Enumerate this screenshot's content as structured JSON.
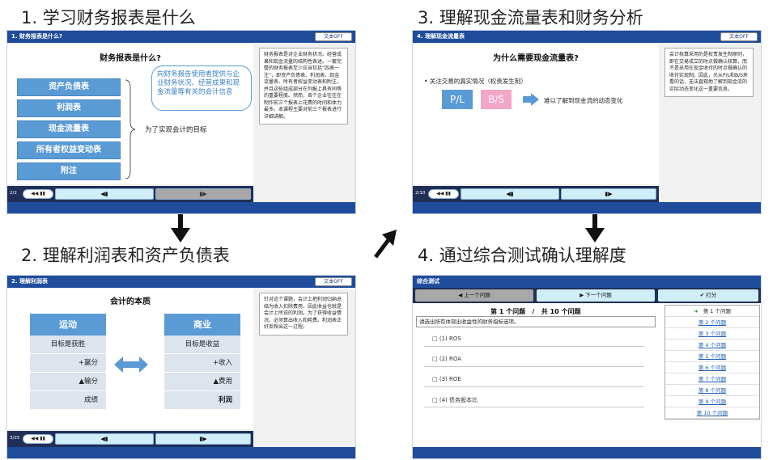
{
  "step_titles": [
    "1. 学习财务报表是什么",
    "2. 理解利润表和资产负债表",
    "3. 理解现金流量表和财务分析",
    "4. 通过综合测试确认理解度"
  ],
  "common": {
    "text_off": "文本OFF",
    "rewind_icon": "◀◀ ▮▮",
    "prev_icon": "◀▮",
    "next_icon": "▮▶"
  },
  "panel1": {
    "header": "1. 财务报表是什么?",
    "slide_title": "财务报表是什么?",
    "items": [
      "资产负债表",
      "利润表",
      "现金流量表",
      "所有者权益变动表",
      "附注"
    ],
    "callout": "向财务报告使用者提供与企业财务状况、经营成果和现金流量等有关的会计信息",
    "purpose": "为了实现会计的目标",
    "side_text": "财务报表是对企业财务状况、经营成果和现金流量的结构性表述。一套完整的财务报表至少应当包括“四表一注”，即资产负债表、利润表、现金流量表、所有者权益变动表和附注，并且这些组成部分在列报上具有同等的重要程度。然而，各个企业往往在制作前三个报表上花费的时间和体力最多。本课程主要对前三个报表进行详细讲解。",
    "page": "2/2"
  },
  "panel2": {
    "header": "2. 理解利润表",
    "slide_title": "会计的本质",
    "left_head": "运动",
    "left_cells": [
      "目标是获胜",
      "+赢分",
      "▲输分",
      "成绩"
    ],
    "right_head": "商业",
    "right_cells": [
      "目标是收益",
      "+收入",
      "▲费用",
      "利润"
    ],
    "side_text": "针对这个课题，会计上把利润归纳总结为收入扣除费用，因此收益也就是会计上所说的利润。为了获得收益情况，必须算出收入和耗费。利润表正好反映出这一过程。",
    "page": "3/25"
  },
  "panel3": {
    "header": "4. 理解现金流量表",
    "slide_title": "为什么需要现金流量表?",
    "bullet": "• 关注交易的真实情况（权责发生制）",
    "pl": "P/L",
    "bs": "B/S",
    "note": "难以了解到现金流的动态变化",
    "side_text": "会计核算采用的是权责发生制原则，即在交易成立的时点做确认核算，而不是采用在现金收付的时点做确认的收付实现制。因此，光从P/L和B/S来看的话，无法直观地了解到现金流的实际动态变化这一重要信息。",
    "page": "2/10"
  },
  "panel4": {
    "header": "综合测试",
    "prev_btn": "上一个问题",
    "next_btn": "下一个问题",
    "score_btn": "打分",
    "q_current": "第 1 个问题",
    "q_sep": "/",
    "q_total": "共 10 个问题",
    "question": "请选出所有体现出收益性的财务指标选项。",
    "options": [
      "□   (1)  ROS",
      "□   (2)  ROA",
      "□   (3)  ROE",
      "□   (4)  债务股本比"
    ],
    "q_list": [
      "第 1 个问题",
      "第 2 个问题",
      "第 3 个问题",
      "第 4 个问题",
      "第 5 个问题",
      "第 6 个问题",
      "第 7 个问题",
      "第 8 个问题",
      "第 9 个问题",
      "第 10 个问题"
    ]
  }
}
